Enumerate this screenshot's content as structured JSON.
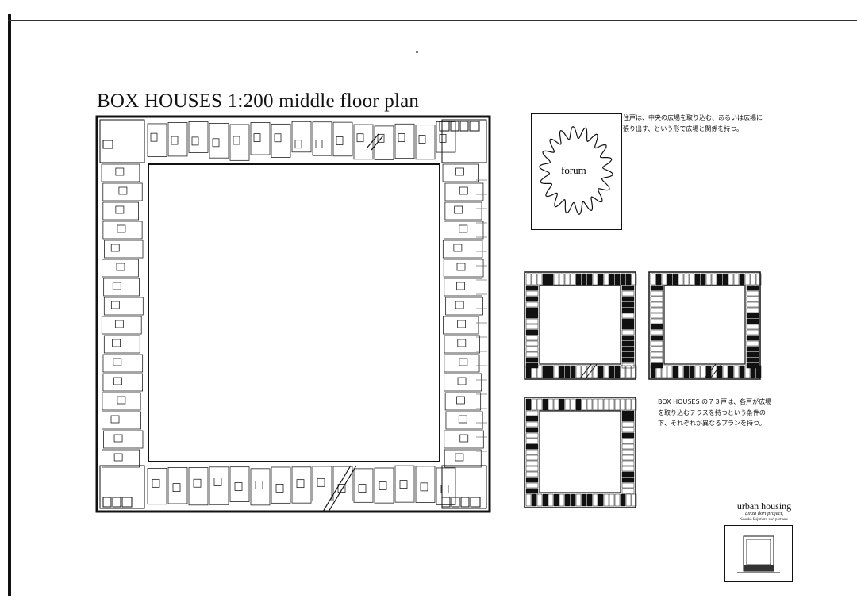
{
  "title": "BOX HOUSES   1:200  middle floor plan",
  "diagram": {
    "forum_label": "forum"
  },
  "notes": {
    "note1": "住戸は、中央の広場を取り込む、あるいは広場に張り出す、という形で広場と関係を持つ。",
    "note2": "BOX HOUSES の７３戸は、各戸が広場を取り込むテラスを持つという条件の下、それぞれが異なるプランを持つ。"
  },
  "credit": {
    "title": "urban housing",
    "subtitle": "ginza dori project,",
    "author": "Sosuke Fujimoto and partners"
  }
}
